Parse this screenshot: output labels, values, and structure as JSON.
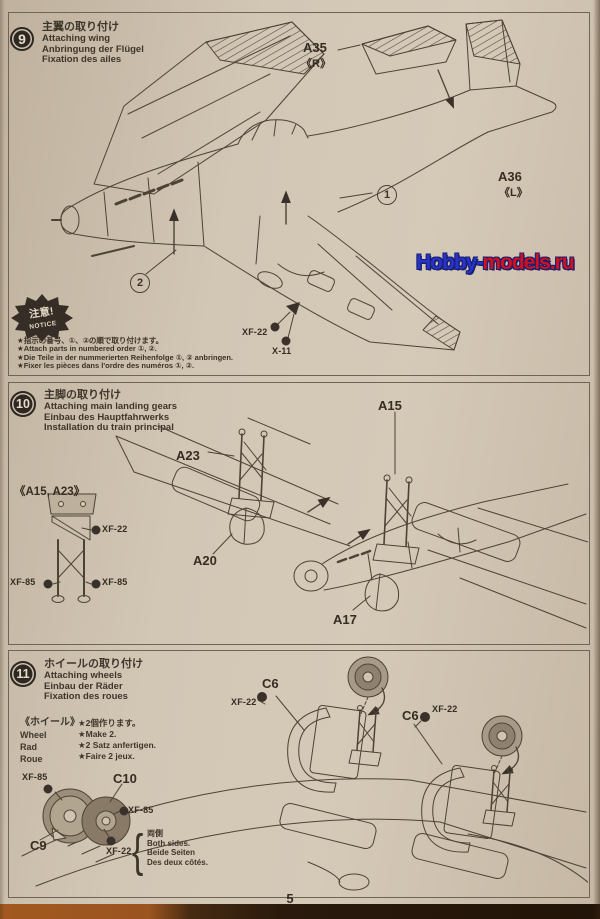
{
  "colors": {
    "paper": "#cfc3b2",
    "ink": "#4d4335",
    "badge": "#2e2823",
    "watermark_blue": "#2733c8",
    "watermark_red": "#d01020"
  },
  "watermark": {
    "blue_part": "Hobby-",
    "red_part": "models.ru"
  },
  "page_number": "5",
  "steps": {
    "s9": {
      "num": "9",
      "titles": [
        "主翼の取り付け",
        "Attaching wing",
        "Anbringung der Flügel",
        "Fixation des ailes"
      ],
      "parts": {
        "a35": "A35",
        "a35_side": "《R》",
        "a36": "A36",
        "a36_side": "《L》"
      },
      "sequence": {
        "c1": "1",
        "c2": "2"
      },
      "paints": {
        "p1": "XF-22",
        "p2": "X-11"
      },
      "notice": {
        "badge_ja": "注意!",
        "badge_en": "NOTICE",
        "lines": [
          "★指示の番号、①、②の順で取り付けます。",
          "★Attach parts in numbered order ①, ②.",
          "★Die Teile in der nummerierten Reihenfolge ①, ② anbringen.",
          "★Fixer les pièces dans l'ordre des numéros ①, ②."
        ]
      }
    },
    "s10": {
      "num": "10",
      "titles": [
        "主脚の取り付け",
        "Attaching main landing gears",
        "Einbau des Hauptfahrwerks",
        "Installation du train principal"
      ],
      "inset": {
        "label": "《A15, A23》",
        "paint_top": "XF-22",
        "paint_left": "XF-85",
        "paint_right": "XF-85"
      },
      "parts": {
        "a15": "A15",
        "a23": "A23",
        "a20": "A20",
        "a17": "A17"
      }
    },
    "s11": {
      "num": "11",
      "titles": [
        "ホイールの取り付け",
        "Attaching wheels",
        "Einbau der Räder",
        "Fixation des roues"
      ],
      "wheel_note": {
        "label_ja": "《ホイール》",
        "label_en": "Wheel",
        "label_de": "Rad",
        "label_fr": "Roue",
        "make": [
          "★2個作ります。",
          "★Make 2.",
          "★2 Satz anfertigen.",
          "★Faire 2 jeux."
        ]
      },
      "parts": {
        "c6_left": "C6",
        "c6_right": "C6",
        "c10": "C10",
        "c9": "C9"
      },
      "paints": {
        "c6_left": "XF-22",
        "c6_right": "XF-22",
        "wheel_top": "XF-85",
        "wheel_right": "XF-85",
        "wheel_bottom": "XF-22"
      },
      "both_sides": [
        "両側",
        "Both sides.",
        "Beide Seiten",
        "Des deux côtés."
      ]
    }
  }
}
